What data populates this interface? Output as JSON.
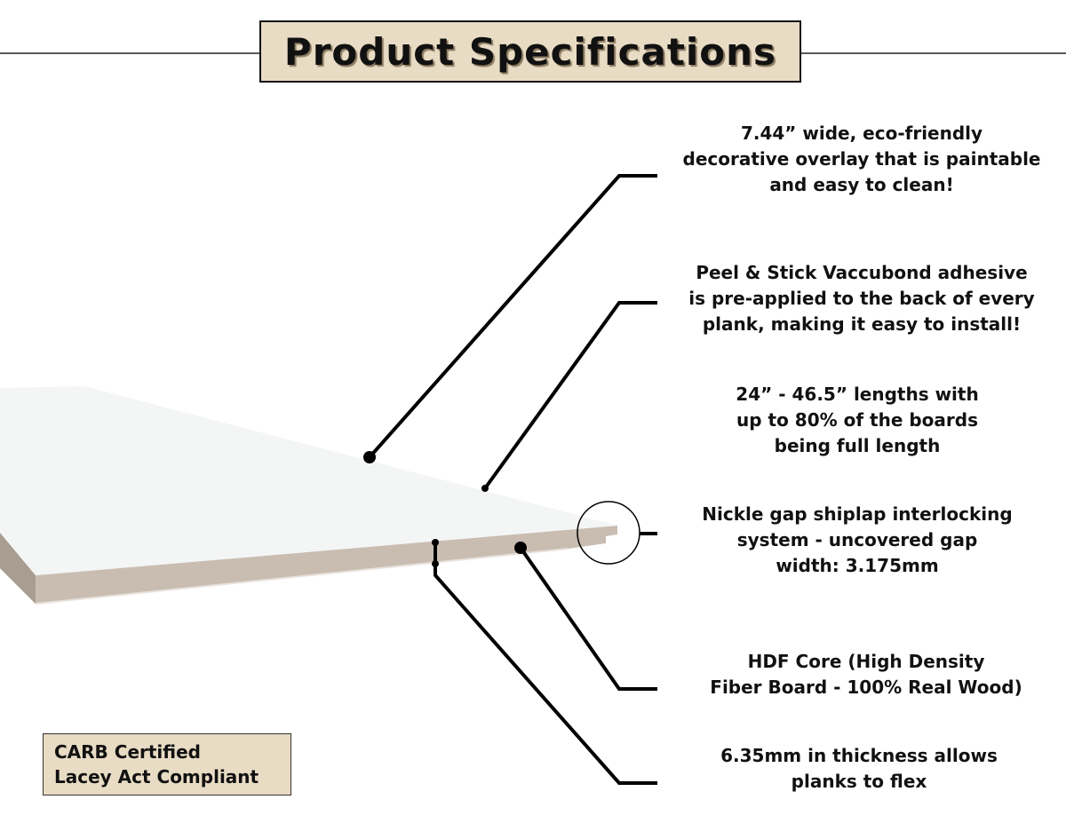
{
  "title": "Product Specifications",
  "specs": [
    {
      "lines": [
        "7.44” wide, eco-friendly",
        "decorative overlay that is paintable",
        "and easy to clean!"
      ]
    },
    {
      "lines": [
        "Peel & Stick Vaccubond adhesive",
        "is pre-applied to the back of every",
        "plank, making it easy to install!"
      ]
    },
    {
      "lines": [
        "24” - 46.5” lengths with",
        "up to 80% of the boards",
        "being full length"
      ]
    },
    {
      "lines": [
        "Nickle gap shiplap interlocking",
        "system - uncovered gap",
        "width: 3.175mm"
      ]
    },
    {
      "lines": [
        "HDF Core (High Density",
        "Fiber Board - 100% Real Wood)"
      ]
    },
    {
      "lines": [
        "6.35mm in thickness allows",
        "planks to flex"
      ]
    }
  ],
  "certifications": [
    "CARB Certified",
    "Lacey Act Compliant"
  ],
  "colors": {
    "accent_box": "#e9dcc4",
    "core": "#c9bdb2",
    "line": "#000000"
  }
}
